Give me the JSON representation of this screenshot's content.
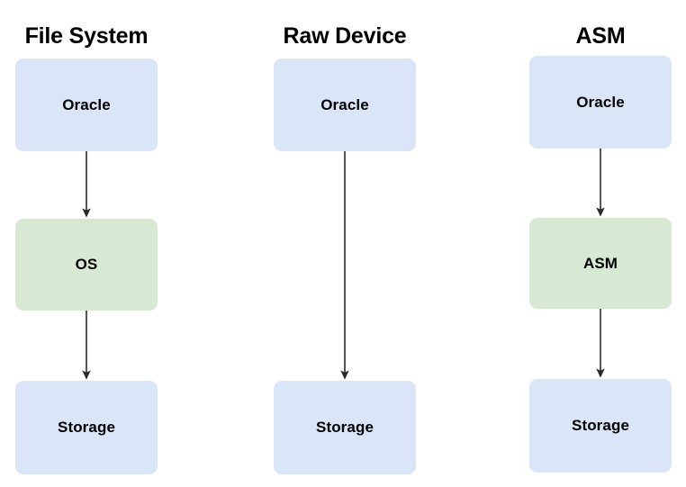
{
  "diagram": {
    "title_row": [
      {
        "label": "File System"
      },
      {
        "label": "Raw Device"
      },
      {
        "label": "ASM"
      }
    ],
    "columns": [
      {
        "name": "file-system",
        "title": "File System",
        "nodes": [
          {
            "id": "fs-oracle",
            "label": "Oracle",
            "color": "#dae5f7",
            "style": "blue"
          },
          {
            "id": "fs-os",
            "label": "OS",
            "color": "#d7e8d3",
            "style": "green"
          },
          {
            "id": "fs-storage",
            "label": "Storage",
            "color": "#dae5f7",
            "style": "blue"
          }
        ],
        "edges": [
          {
            "from": "fs-oracle",
            "to": "fs-os"
          },
          {
            "from": "fs-os",
            "to": "fs-storage"
          }
        ]
      },
      {
        "name": "raw-device",
        "title": "Raw Device",
        "nodes": [
          {
            "id": "rd-oracle",
            "label": "Oracle",
            "color": "#dae5f7",
            "style": "blue"
          },
          {
            "id": "rd-storage",
            "label": "Storage",
            "color": "#dae5f7",
            "style": "blue"
          }
        ],
        "edges": [
          {
            "from": "rd-oracle",
            "to": "rd-storage"
          }
        ]
      },
      {
        "name": "asm",
        "title": "ASM",
        "nodes": [
          {
            "id": "asm-oracle",
            "label": "Oracle",
            "color": "#dae5f7",
            "style": "blue"
          },
          {
            "id": "asm-asm",
            "label": "ASM",
            "color": "#d7e8d3",
            "style": "green"
          },
          {
            "id": "asm-storage",
            "label": "Storage",
            "color": "#dae5f7",
            "style": "blue"
          }
        ],
        "edges": [
          {
            "from": "asm-oracle",
            "to": "asm-asm"
          },
          {
            "from": "asm-asm",
            "to": "asm-storage"
          }
        ]
      }
    ],
    "palette": {
      "background": "#ffffff",
      "node_blue": "#dae5f7",
      "node_green": "#d7e8d3",
      "edge": "#2b2b2b",
      "text": "#000000"
    }
  }
}
